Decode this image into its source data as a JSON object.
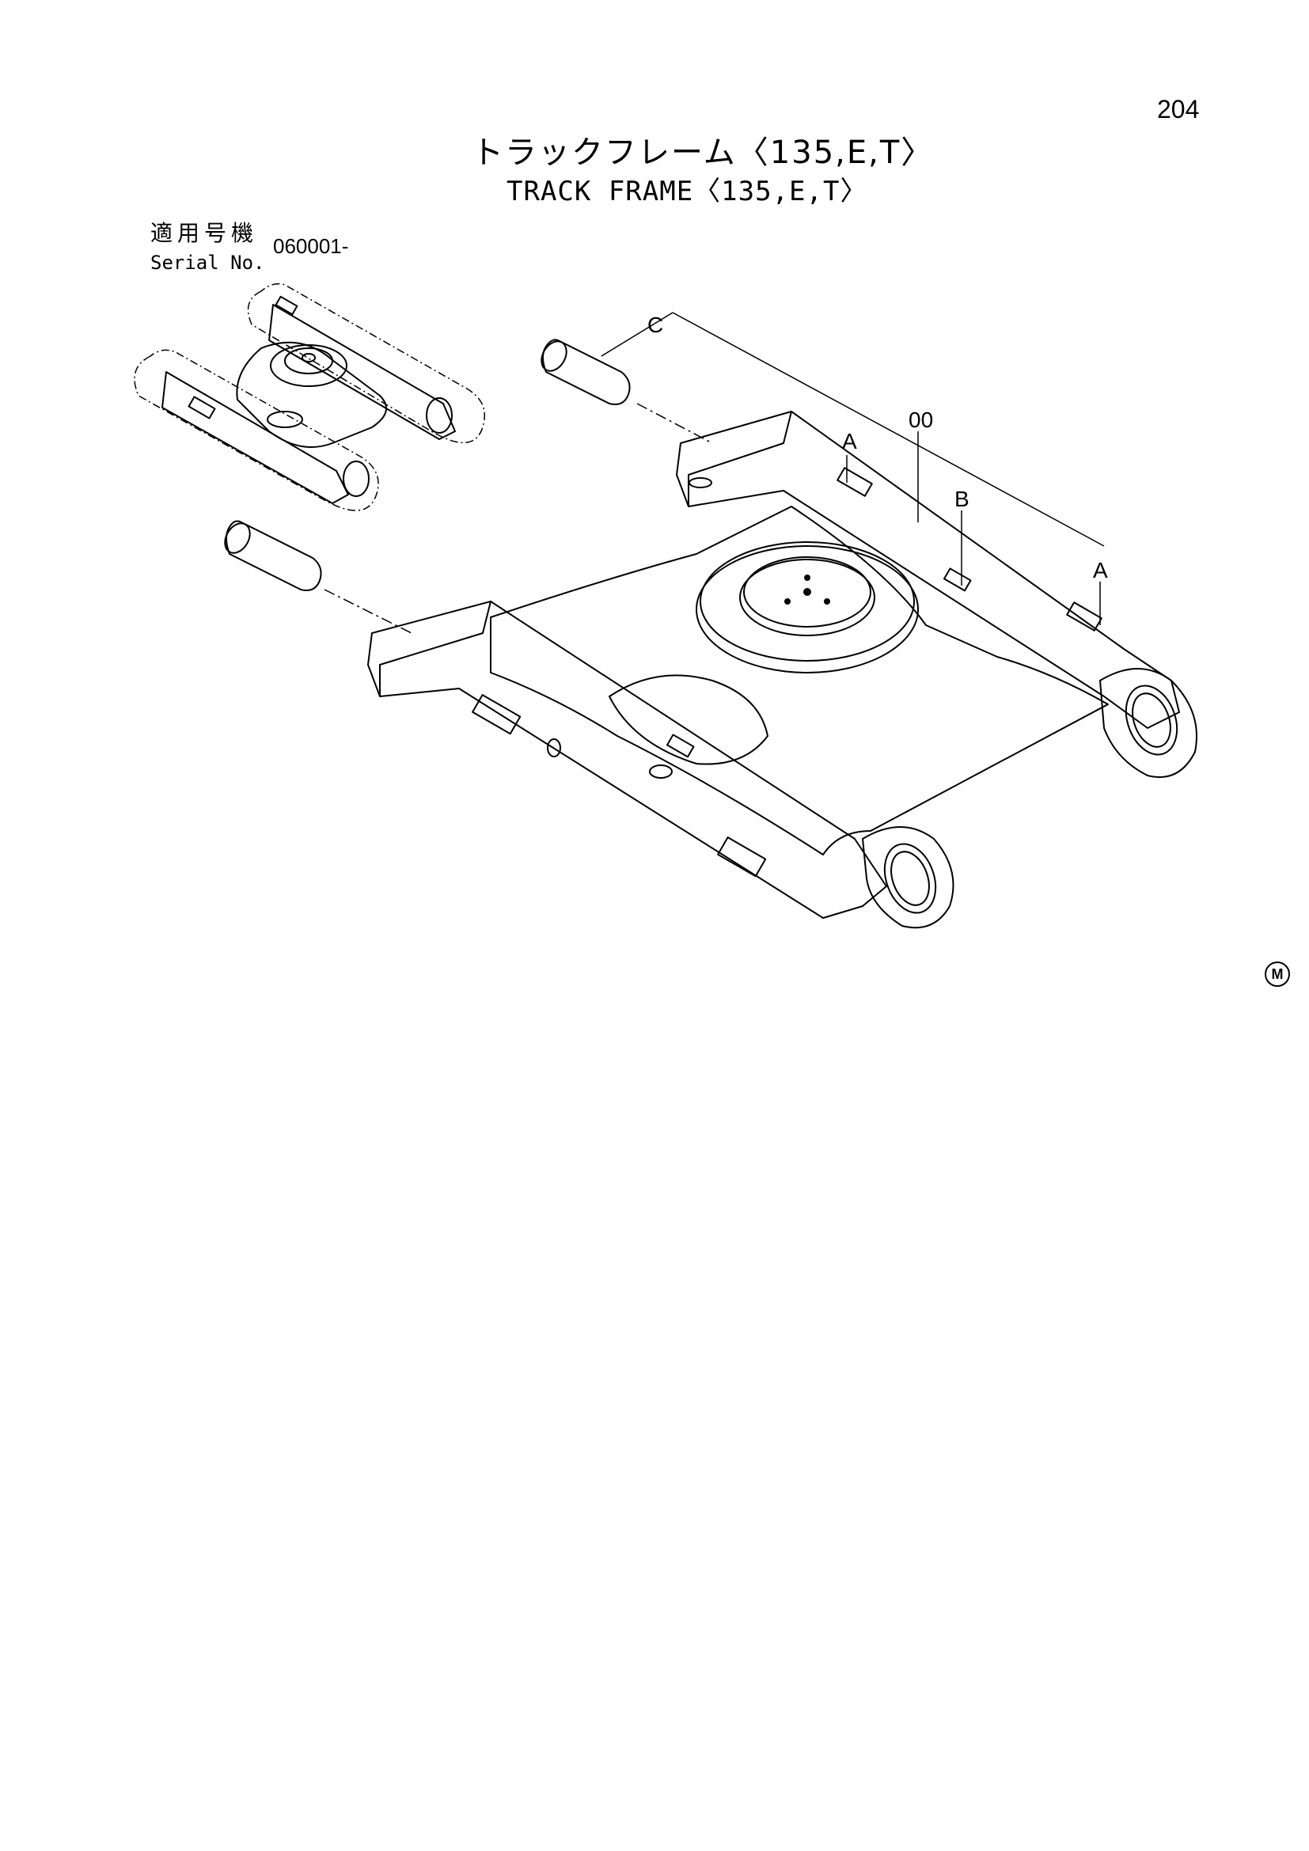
{
  "page": {
    "number": "204",
    "title_jp": "トラックフレーム〈135,E,T〉",
    "title_en": "TRACK FRAME〈135,E,T〉"
  },
  "serial": {
    "label_jp": "適用号機",
    "label_en": "Serial No.",
    "value": "060001-"
  },
  "callouts": {
    "c": "C",
    "item_00": "00",
    "a_left": "A",
    "b": "B",
    "a_right": "A"
  },
  "mark": "M"
}
